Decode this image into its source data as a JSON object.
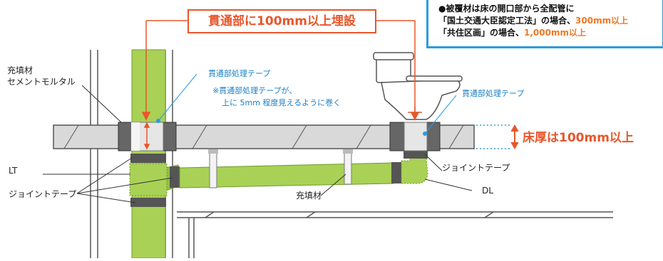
{
  "callout_main": "貫通部に100mm以上埋設",
  "note": {
    "line1": "●被覆材は床の開口部から全配管に",
    "line2_prefix": "「国土交通大臣認定工法」の場合、",
    "line2_value": "300mm以上",
    "line3_prefix": "「共住区画」の場合、",
    "line3_value": "1,000mm以上"
  },
  "labels": {
    "filler_cement_line1": "充填材",
    "filler_cement_line2": "セメントモルタル",
    "penetration_tape_left": "貫通部処理テープ",
    "penetration_note_line1": "※貫通部処理テープが、",
    "penetration_note_line2": "上に 5mm 程度見えるように巻く",
    "penetration_tape_right": "貫通部処理テープ",
    "floor_thickness": "床厚は100mm以上",
    "lt": "LT",
    "joint_tape_left": "ジョイントテープ",
    "filler": "充填材",
    "joint_tape_right": "ジョイントテープ",
    "dl": "DL"
  },
  "colors": {
    "pipe": "#a9d156",
    "pipe_dark": "#6e9a2c",
    "slab": "#d9d9d9",
    "tape": "#555555",
    "accent_red": "#e8562a",
    "accent_blue": "#2b9be0",
    "highlight_orange": "#f07823"
  }
}
